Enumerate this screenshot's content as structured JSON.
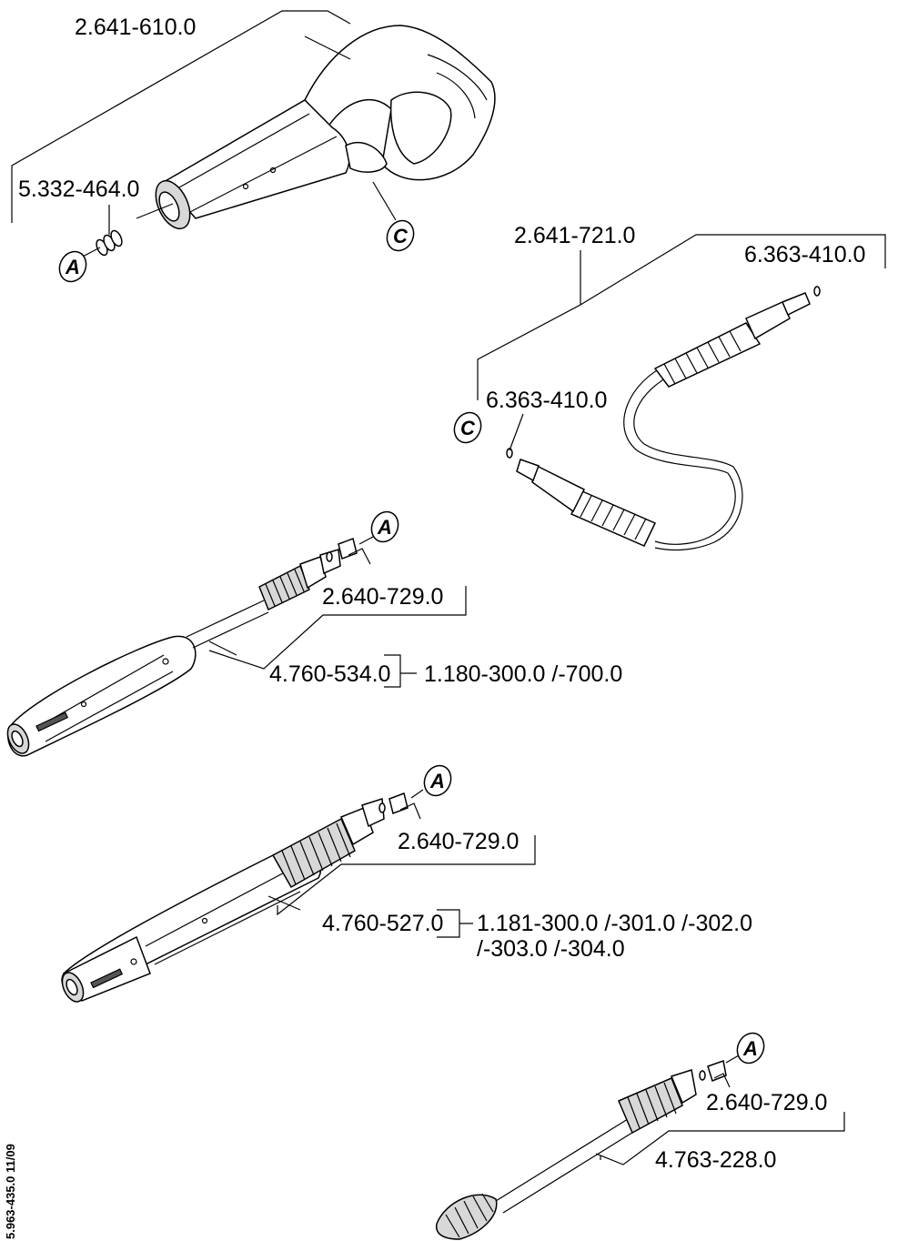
{
  "labels": {
    "gun": "2.641-610.0",
    "gun_insert": "5.332-464.0",
    "hose": "2.641-721.0",
    "oring_top": "6.363-410.0",
    "oring_mid": "6.363-410.0",
    "lance1_nozzle": "2.640-729.0",
    "lance1_part": "4.760-534.0",
    "lance1_models": "1.180-300.0 /-700.0",
    "lance2_nozzle": "2.640-729.0",
    "lance2_part": "4.760-527.0",
    "lance2_models_line1": "1.181-300.0 /-301.0 /-302.0",
    "lance2_models_line2": "/-303.0 /-304.0",
    "lance3_nozzle": "2.640-729.0",
    "lance3_part": "4.763-228.0"
  },
  "connector_tags": {
    "a": "A",
    "c": "C"
  },
  "doc_ref": "5.963-435.0  11/09",
  "colors": {
    "ink": "#000000",
    "paper": "#ffffff",
    "shade": "#d8d8d8"
  }
}
